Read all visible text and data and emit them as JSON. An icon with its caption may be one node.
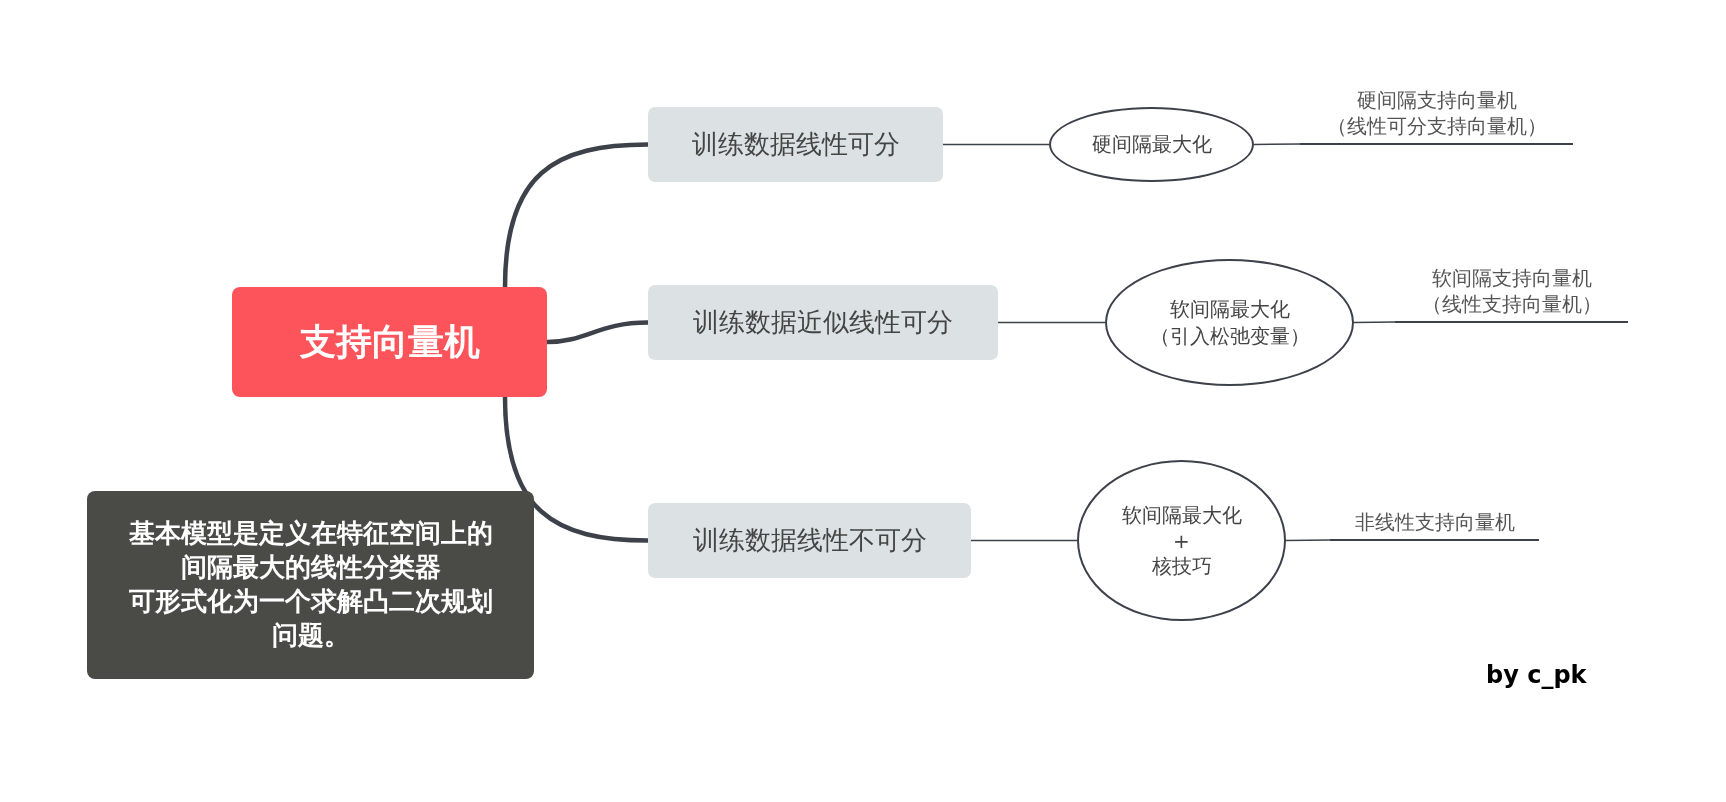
{
  "diagram": {
    "nodes": [
      {
        "text": [
          "支持向量机"
        ]
      },
      {
        "text": [
          "训练数据线性可分"
        ]
      },
      {
        "text": [
          "训练数据近似线性可分"
        ]
      },
      {
        "text": [
          "训练数据线性不可分"
        ]
      },
      {
        "text": [
          "硬间隔最大化"
        ]
      },
      {
        "text": [
          "软间隔最大化（引入松弛变量）"
        ]
      },
      {
        "text": [
          "软间隔最大化 + 核技巧"
        ]
      },
      {
        "text": [
          "硬间隔支持向量机（线性可分支持向量机）"
        ]
      },
      {
        "text": [
          "软间隔支持向量机（线性支持向量机）"
        ]
      },
      {
        "text": [
          "非线性支持向量机"
        ]
      },
      {
        "text": [
          "基本模型是定义在特征空间上的间隔最大的线性分类器",
          "可形式化为一个求解凸二次规划问题。"
        ]
      }
    ],
    "edges": [
      {
        "from": 0,
        "to": 1,
        "arrow": "none",
        "style": "thick"
      },
      {
        "from": 0,
        "to": 2,
        "arrow": "none",
        "style": "thick"
      },
      {
        "from": 0,
        "to": 3,
        "arrow": "none",
        "style": "thick"
      },
      {
        "from": 1,
        "to": 4,
        "arrow": "none"
      },
      {
        "from": 4,
        "to": 7,
        "arrow": "none"
      },
      {
        "from": 2,
        "to": 5,
        "arrow": "none"
      },
      {
        "from": 5,
        "to": 8,
        "arrow": "none"
      },
      {
        "from": 3,
        "to": 6,
        "arrow": "none"
      },
      {
        "from": 6,
        "to": 9,
        "arrow": "none"
      }
    ],
    "labels": [
      "by c_pk"
    ]
  }
}
